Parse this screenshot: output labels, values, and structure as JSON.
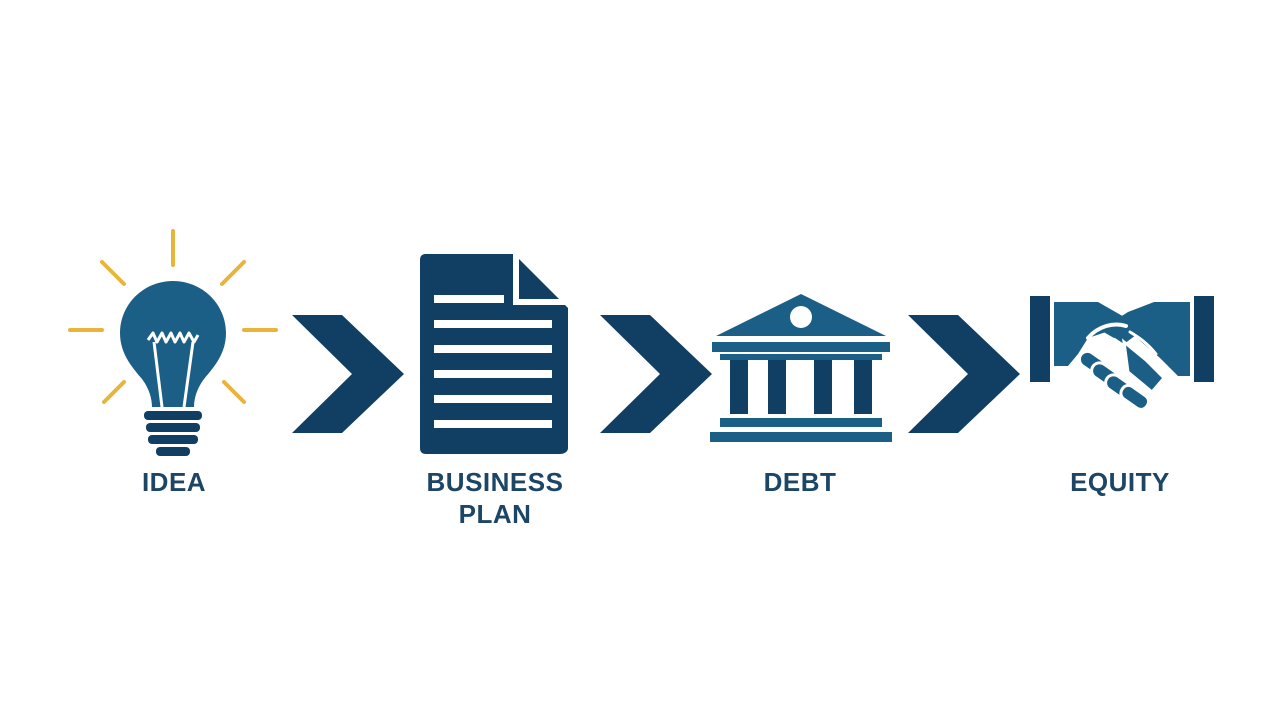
{
  "colors": {
    "primary_blue": "#1c5f86",
    "dark_navy": "#113f63",
    "accent_gold": "#e8b53a",
    "label_text": "#1c4566",
    "background": "#ffffff"
  },
  "steps": [
    {
      "label": "IDEA",
      "icon": "lightbulb-icon"
    },
    {
      "label": "BUSINESS\nPLAN",
      "icon": "document-icon"
    },
    {
      "label": "DEBT",
      "icon": "bank-icon"
    },
    {
      "label": "EQUITY",
      "icon": "handshake-icon"
    }
  ],
  "connectors": [
    "chevron-right-icon",
    "chevron-right-icon",
    "chevron-right-icon"
  ]
}
